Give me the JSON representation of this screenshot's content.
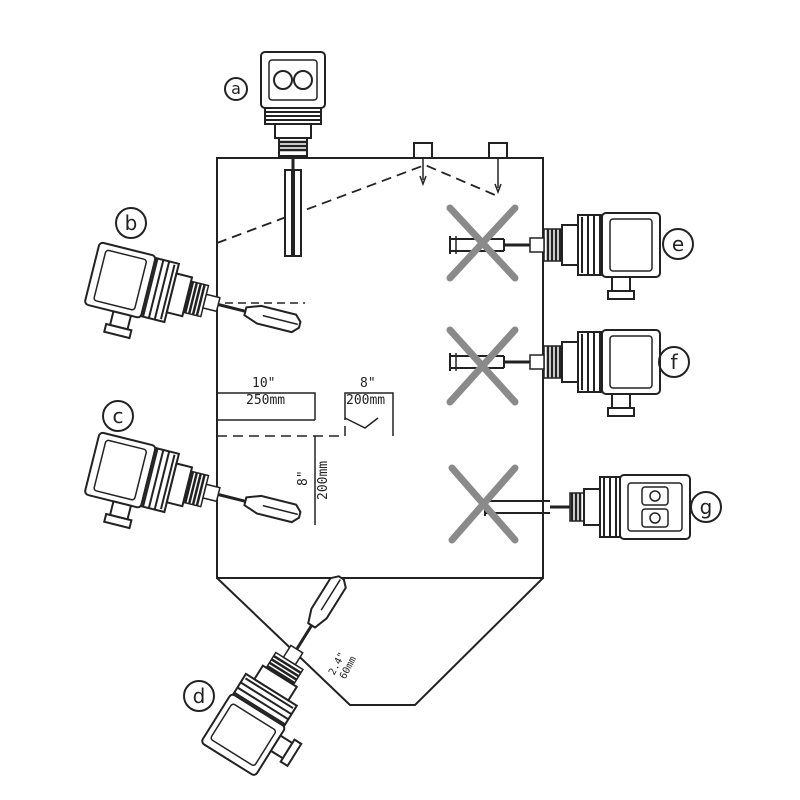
{
  "labels": {
    "a": "a",
    "b": "b",
    "c": "c",
    "d": "d",
    "e": "e",
    "f": "f",
    "g": "g"
  },
  "dimensions": {
    "d1_in": "10\"",
    "d1_mm": "250mm",
    "d2_in": "8\"",
    "d2_mm": "200mm",
    "d3_in": "8\"",
    "d3_mm": "200mm",
    "d4_in": "2.4\"",
    "d4_mm": "60mm"
  },
  "colors": {
    "line": "#222222",
    "cross": "#8a8a8a"
  }
}
